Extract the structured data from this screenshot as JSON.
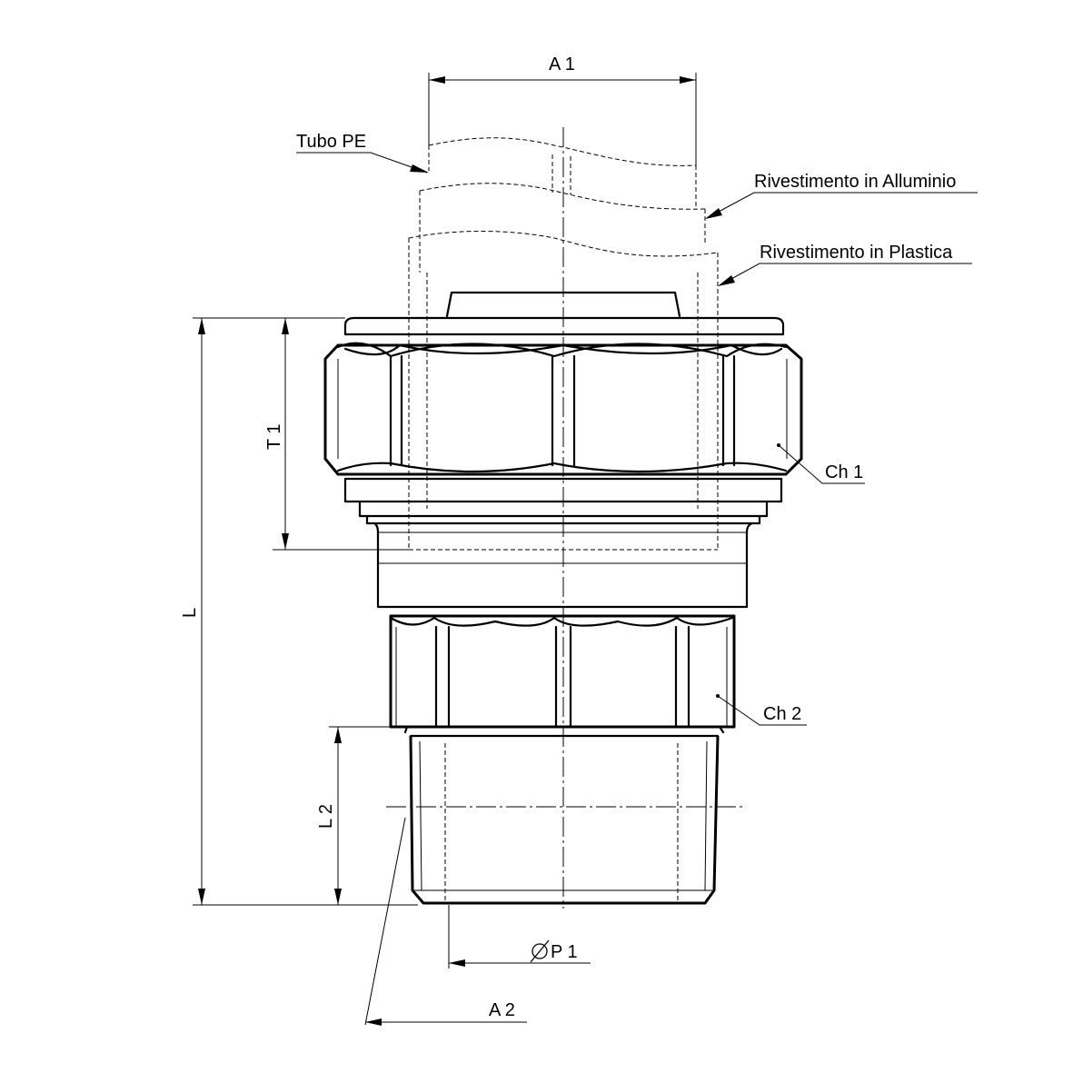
{
  "drawing": {
    "callouts": {
      "tubo_pe": "Tubo PE",
      "rivestimento_alluminio": "Rivestimento in Alluminio",
      "rivestimento_plastica": "Rivestimento in Plastica",
      "ch1": "Ch 1",
      "ch2": "Ch 2"
    },
    "dimensions": {
      "a1": "A 1",
      "t1": "T 1",
      "l": "L",
      "l2": "L 2",
      "p1": "P 1",
      "a2": "A 2"
    },
    "symbols": {
      "diameter": "diameter-symbol"
    }
  }
}
